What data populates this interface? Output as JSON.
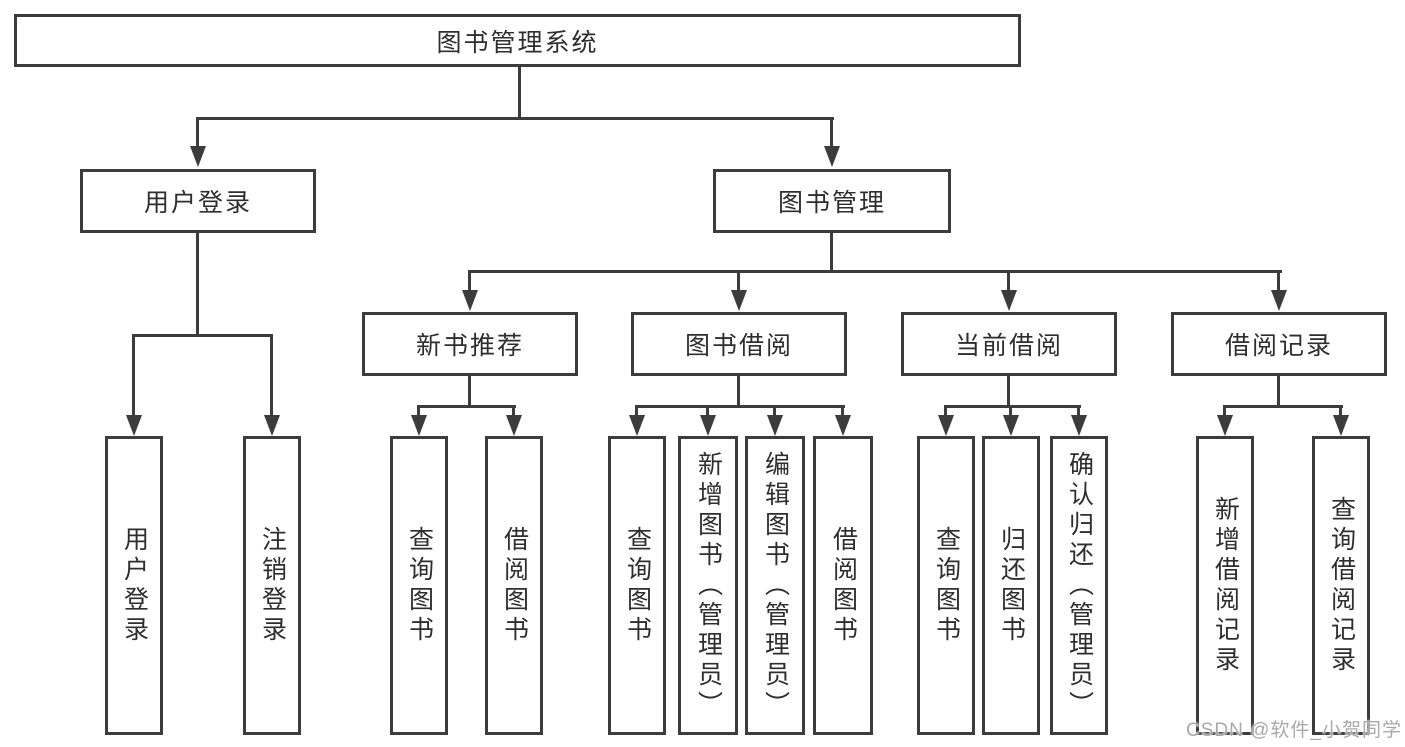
{
  "tree": {
    "root": {
      "label": "图书管理系统",
      "children": [
        {
          "label": "用户登录",
          "children": [
            {
              "label": "用户登录"
            },
            {
              "label": "注销登录"
            }
          ]
        },
        {
          "label": "图书管理",
          "children": [
            {
              "label": "新书推荐",
              "children": [
                {
                  "label": "查询图书"
                },
                {
                  "label": "借阅图书"
                }
              ]
            },
            {
              "label": "图书借阅",
              "children": [
                {
                  "label": "查询图书"
                },
                {
                  "label": "新增图书（管理员）"
                },
                {
                  "label": "编辑图书（管理员）"
                },
                {
                  "label": "借阅图书"
                }
              ]
            },
            {
              "label": "当前借阅",
              "children": [
                {
                  "label": "查询图书"
                },
                {
                  "label": "归还图书"
                },
                {
                  "label": "确认归还（管理员）"
                }
              ]
            },
            {
              "label": "借阅记录",
              "children": [
                {
                  "label": "新增借阅记录"
                },
                {
                  "label": "查询借阅记录"
                }
              ]
            }
          ]
        }
      ]
    }
  },
  "watermark": {
    "text": "CSDN @软件_小贺同学"
  },
  "colors": {
    "line": "#3c3c3c",
    "box_border": "#3c3c3c",
    "text": "#2e2e2e",
    "watermark": "#a9a9a9",
    "background": "#ffffff"
  }
}
